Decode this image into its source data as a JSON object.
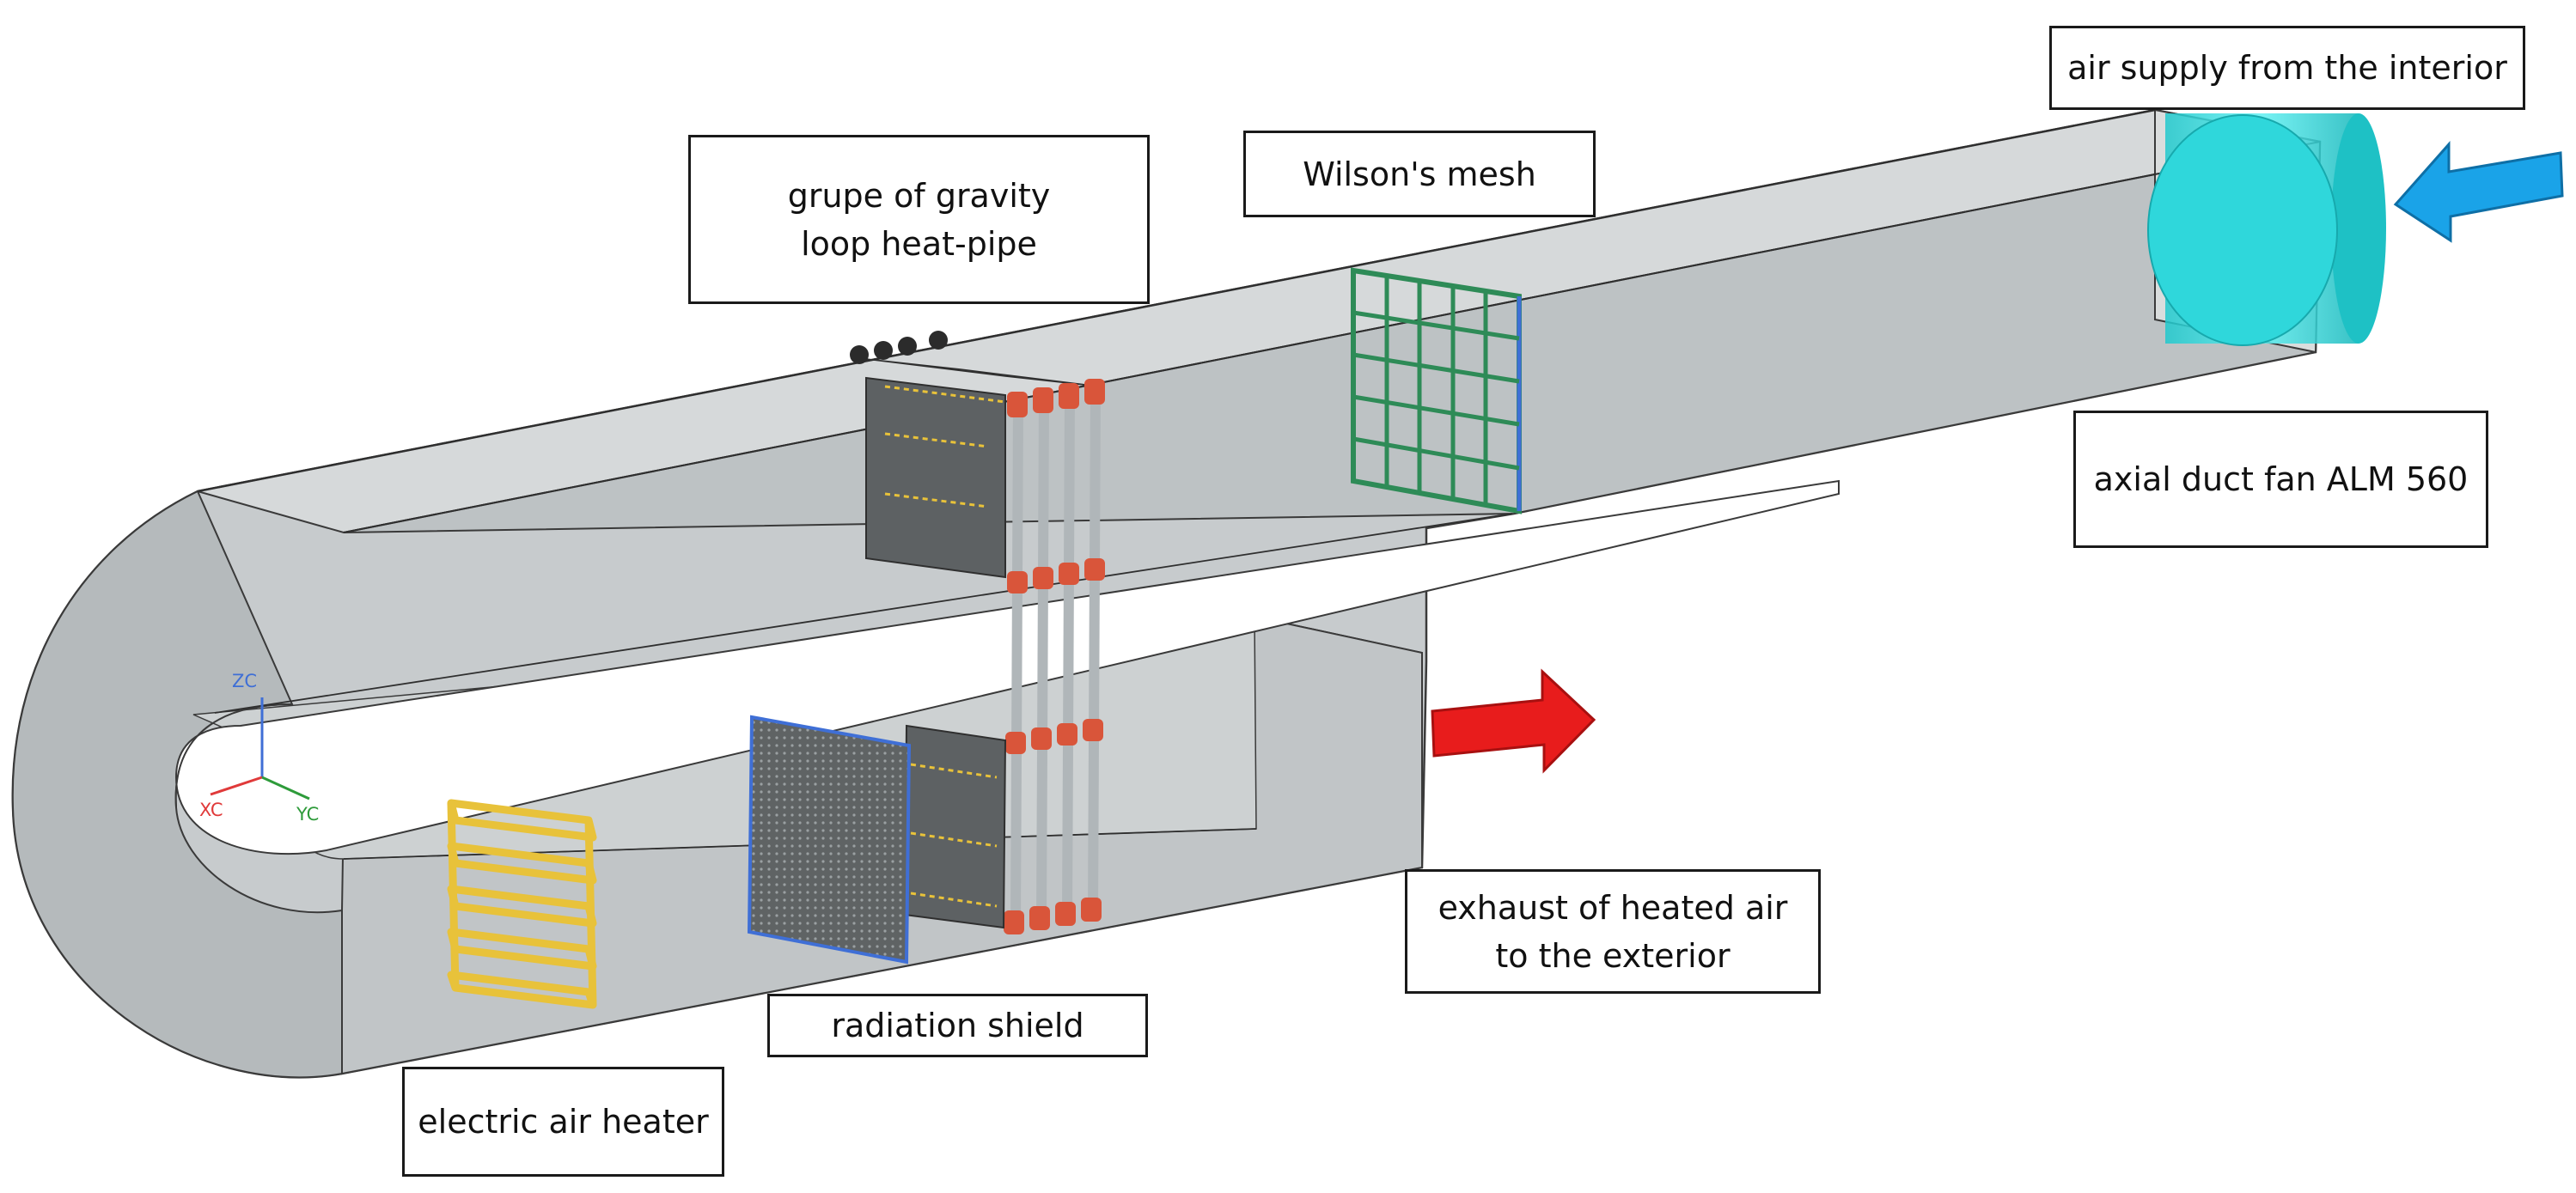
{
  "labels": {
    "air_supply": "air supply from the interior",
    "wilson_mesh": "Wilson's mesh",
    "heat_pipe_line1": "grupe of gravity",
    "heat_pipe_line2": "loop heat-pipe",
    "fan": "axial duct fan ALM 560",
    "exhaust_line1": "exhaust of heated air",
    "exhaust_line2": "to the exterior",
    "radiation_shield": "radiation shield",
    "heater": "electric air heater"
  },
  "axes": {
    "z": "ZC",
    "x": "XC",
    "y": "YC"
  },
  "colors": {
    "duct_fill": "#c9cdcf",
    "duct_edge": "#3a3a3a",
    "fan": "#28d8dc",
    "inlet_arrow": "#1aa3e8",
    "outlet_arrow": "#e81c1c",
    "mesh": "#2e8b57",
    "heater": "#e8c23a",
    "pipe_cap": "#d9553a"
  }
}
